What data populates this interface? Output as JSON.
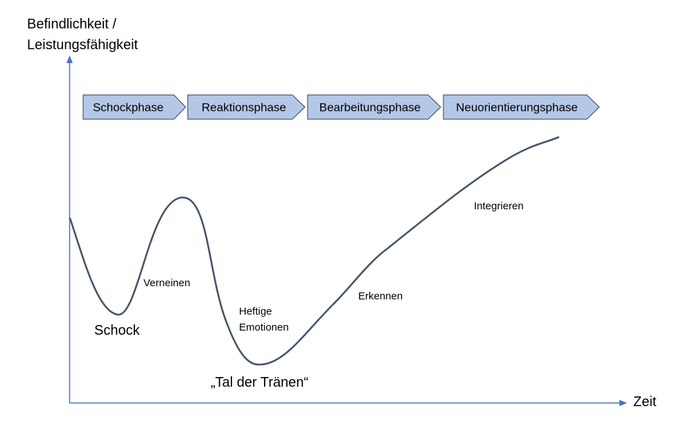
{
  "axes": {
    "y_label_line1": "Befindlichkeit /",
    "y_label_line2": "Leistungsfähigkeit",
    "x_label": "Zeit",
    "axis_color": "#4472C4"
  },
  "phases": [
    {
      "label": "Schockphase"
    },
    {
      "label": "Reaktionsphase"
    },
    {
      "label": "Bearbeitungsphase"
    },
    {
      "label": "Neuorientierungsphase"
    }
  ],
  "phase_style": {
    "fill": "#B4C7E7",
    "stroke": "#2F3E57"
  },
  "curve": {
    "color": "#44546A"
  },
  "annotations": {
    "schock": "Schock",
    "verneinen": "Verneinen",
    "heftige_line1": "Heftige",
    "heftige_line2": "Emotionen",
    "tal": "„Tal der Tränen“",
    "erkennen": "Erkennen",
    "integrieren": "Integrieren"
  }
}
